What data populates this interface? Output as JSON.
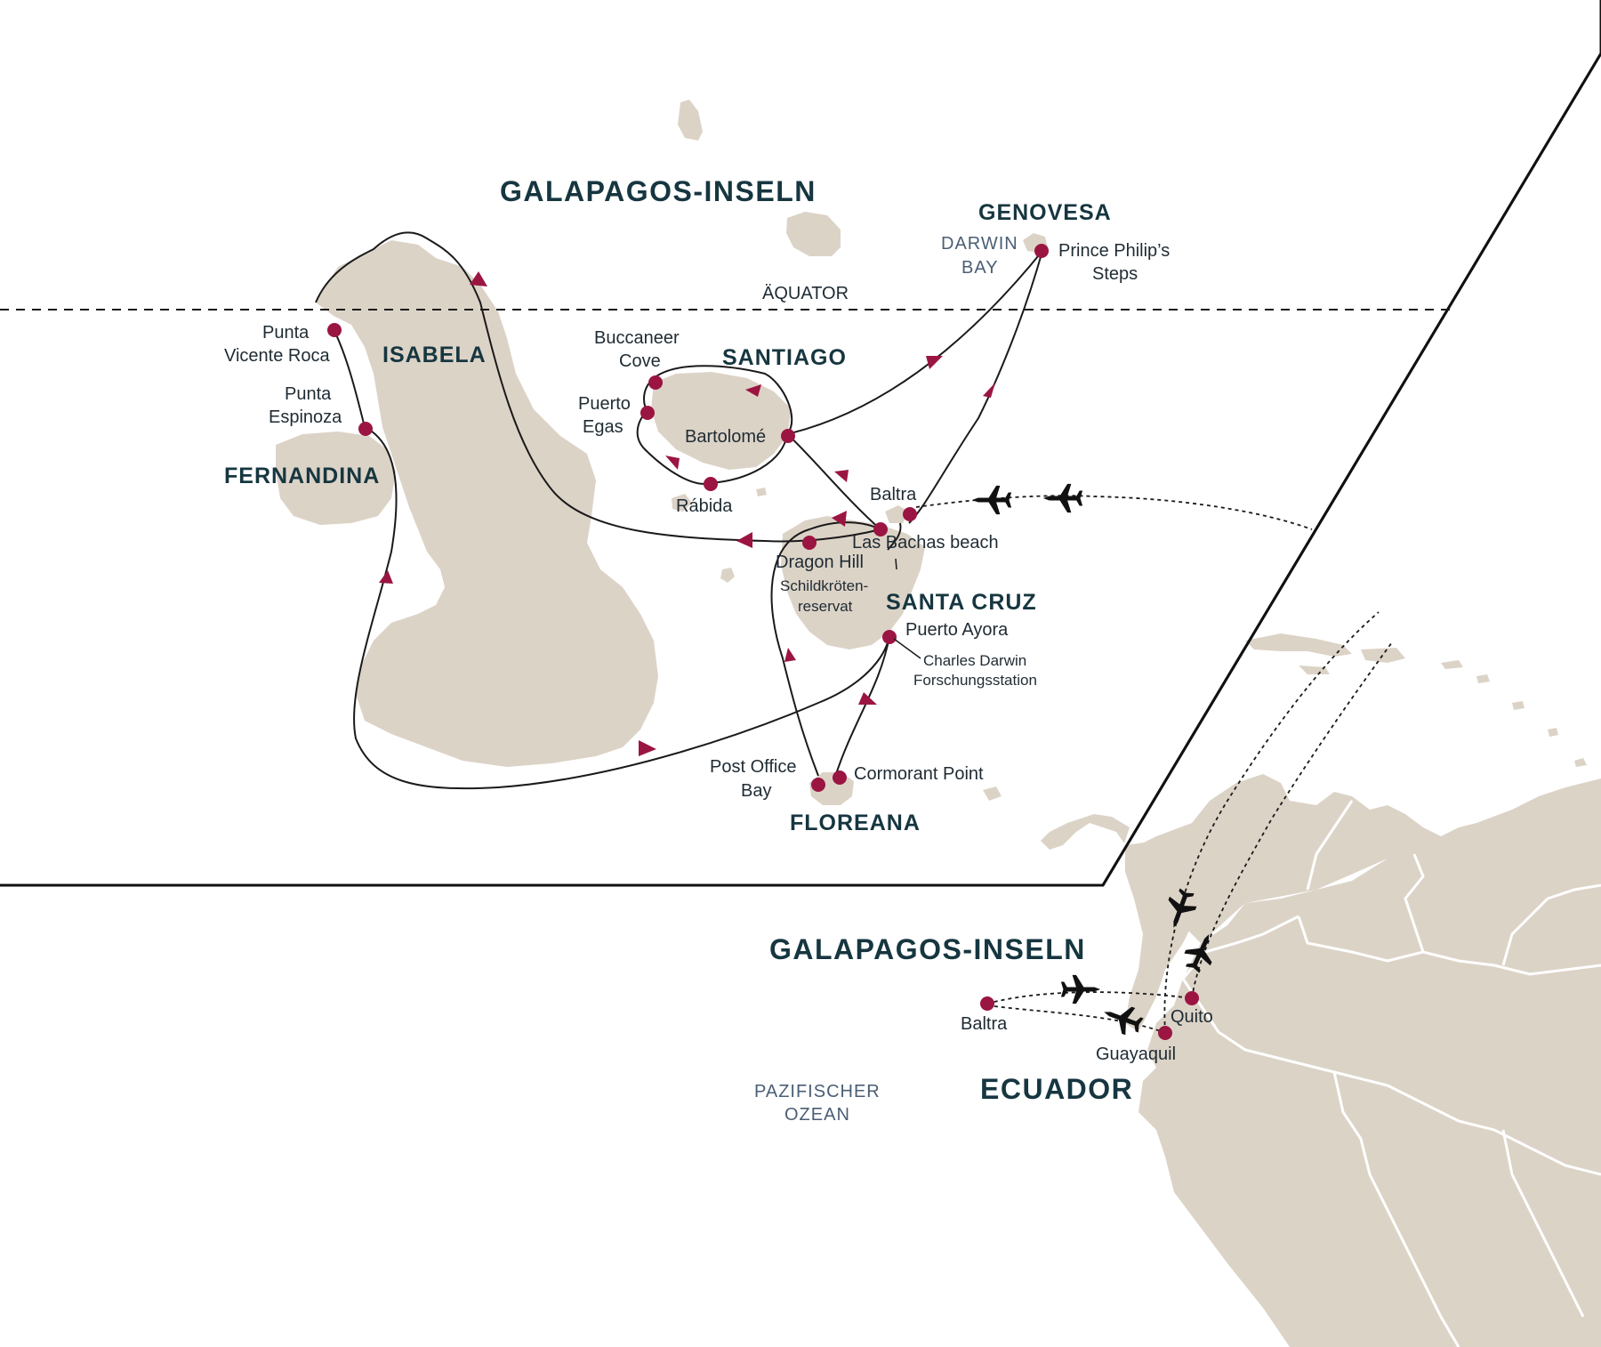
{
  "map": {
    "main_title": "GALAPAGOS-INSELN",
    "equator_label": "ÄQUATOR",
    "inset_title": "GALAPAGOS-INSELN",
    "country_label": "ECUADOR",
    "ocean_label_line1": "PAZIFISCHER",
    "ocean_label_line2": "OZEAN"
  },
  "islands": {
    "isabela": "ISABELA",
    "fernandina": "FERNANDINA",
    "santiago": "SANTIAGO",
    "genovesa": "GENOVESA",
    "santa_cruz": "SANTA CRUZ",
    "floreana": "FLOREANA"
  },
  "water_labels": {
    "darwin_bay_line1": "DARWIN",
    "darwin_bay_line2": "BAY"
  },
  "stops": {
    "punta_vicente_roca_line1": "Punta",
    "punta_vicente_roca_line2": "Vicente Roca",
    "punta_espinoza_line1": "Punta",
    "punta_espinoza_line2": "Espinoza",
    "buccaneer_cove_line1": "Buccaneer",
    "buccaneer_cove_line2": "Cove",
    "puerto_egas_line1": "Puerto",
    "puerto_egas_line2": "Egas",
    "bartolome": "Bartolomé",
    "rabida": "Rábida",
    "baltra": "Baltra",
    "las_bachas": "Las Bachas beach",
    "dragon_hill": "Dragon Hill",
    "schildkroeten_line1": "Schildkröten-",
    "schildkroeten_line2": "reservat",
    "puerto_ayora": "Puerto Ayora",
    "charles_darwin_line1": "Charles Darwin",
    "charles_darwin_line2": "Forschungsstation",
    "prince_philip_line1": "Prince Philip’s",
    "prince_philip_line2": "Steps",
    "post_office_line1": "Post Office",
    "post_office_line2": "Bay",
    "cormorant_point": "Cormorant Point"
  },
  "inset_stops": {
    "baltra": "Baltra",
    "quito": "Quito",
    "guayaquil": "Guayaquil"
  },
  "colors": {
    "land": "#dcd3c7",
    "stop_marker": "#9b1542",
    "route_line": "#1a1a1a",
    "heading_text": "#163640",
    "water_text": "#4a5e74"
  },
  "icons": [
    "airplane-icon",
    "route-direction-arrow",
    "stop-marker"
  ]
}
